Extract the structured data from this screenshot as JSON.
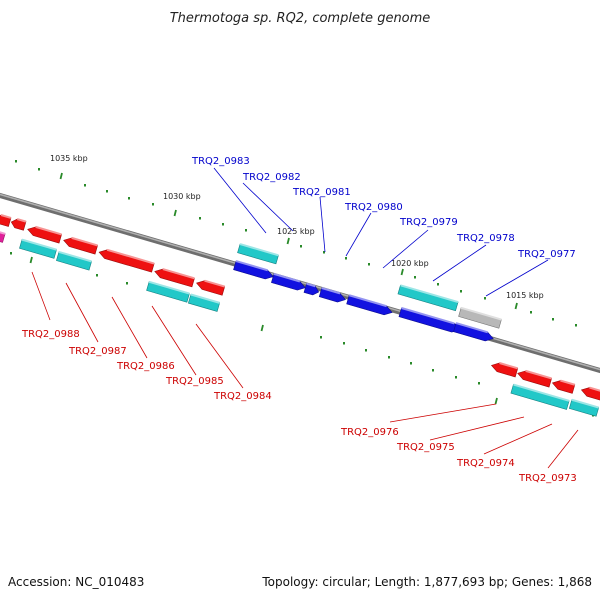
{
  "title": "Thermotoga sp. RQ2, complete genome",
  "footer": {
    "accession": "Accession: NC_010483",
    "summary": "Topology: circular; Length: 1,877,693 bp; Genes: 1,868"
  },
  "colors": {
    "backbone": "#8a8a8a",
    "forward_gene": "#1212e0",
    "reverse_gene": "#ee1111",
    "rna_or_feature": "#22c8c8",
    "pseudo": "#b8b8b8",
    "magenta": "#e0209a",
    "tick": "#2a8a2a",
    "forward_label": "#0000cc",
    "reverse_label": "#cc0000"
  },
  "scale_labels": [
    "1035 kbp",
    "1030 kbp",
    "1025 kbp",
    "1020 kbp",
    "1015 kbp"
  ],
  "forward_labels": [
    "TRQ2_0983",
    "TRQ2_0982",
    "TRQ2_0981",
    "TRQ2_0980",
    "TRQ2_0979",
    "TRQ2_0978",
    "TRQ2_0977"
  ],
  "reverse_labels": [
    "TRQ2_0988",
    "TRQ2_0987",
    "TRQ2_0986",
    "TRQ2_0985",
    "TRQ2_0984",
    "TRQ2_0976",
    "TRQ2_0975",
    "TRQ2_0974",
    "TRQ2_0973"
  ]
}
